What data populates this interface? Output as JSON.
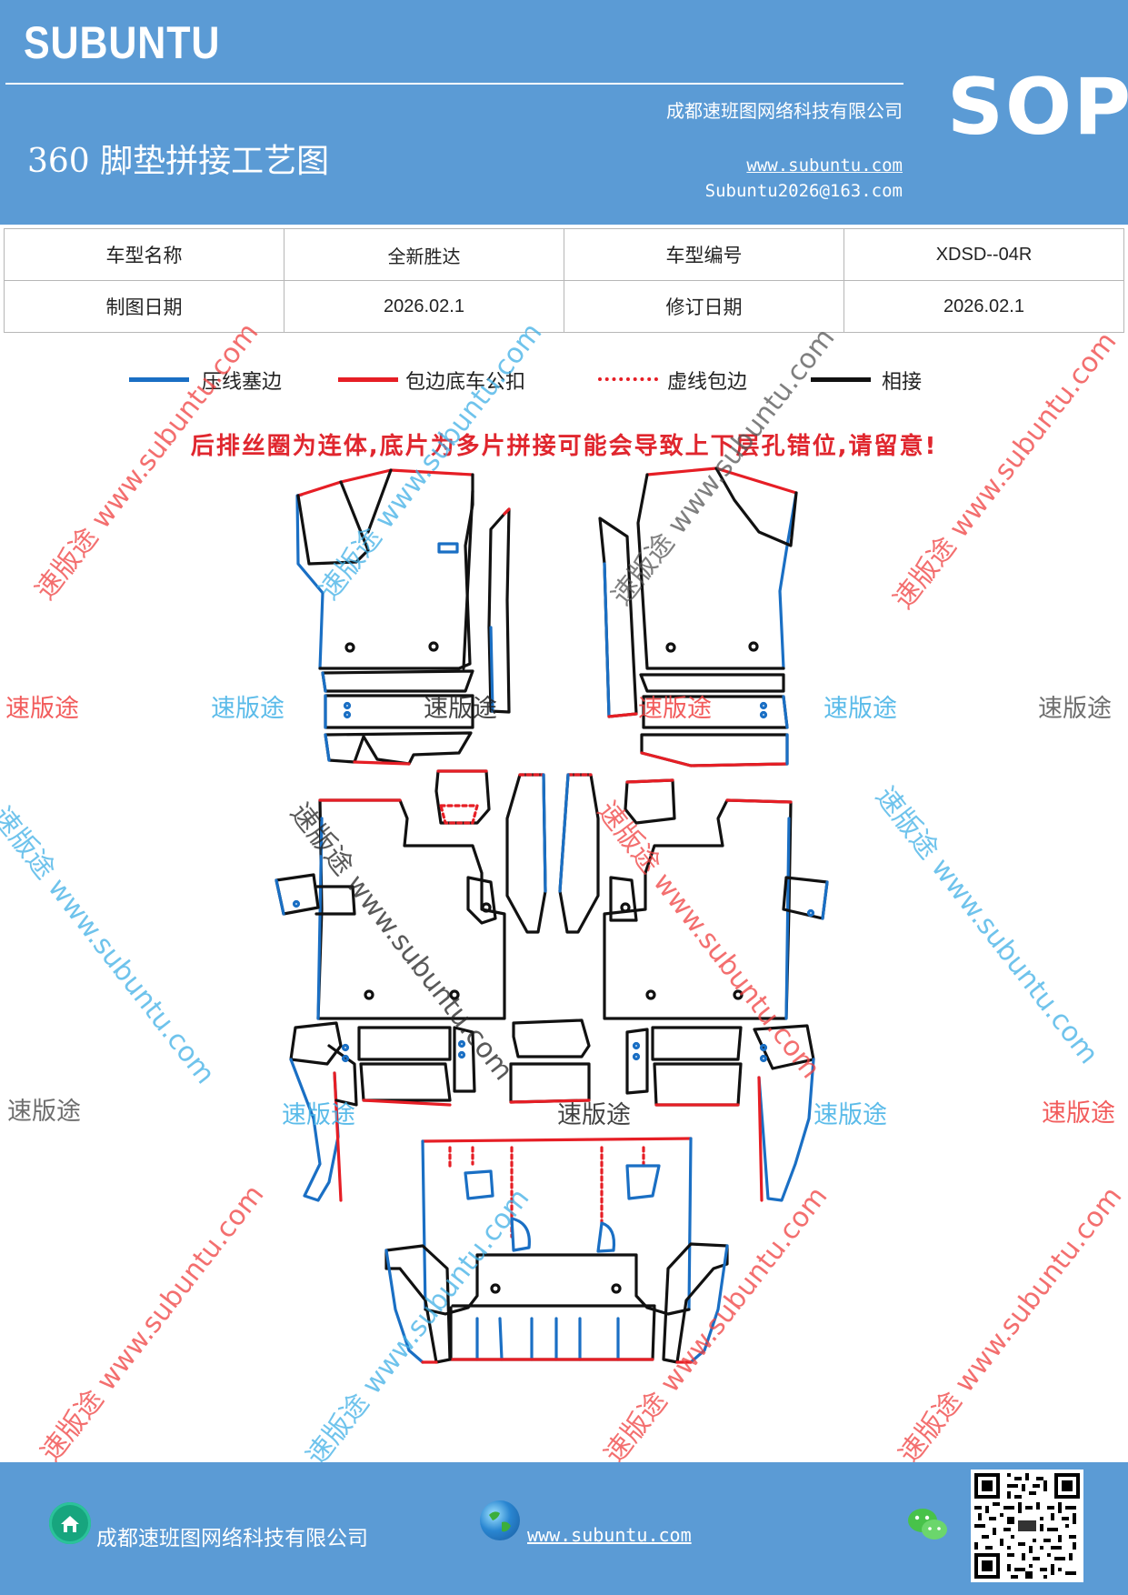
{
  "header": {
    "brand": "SUBUNTU",
    "sop": "SOP",
    "title": "360 脚垫拼接工艺图",
    "company": "成都速班图网络科技有限公司",
    "website": "www.subuntu.com",
    "email": "Subuntu2026@163.com"
  },
  "info_table": {
    "model_name_label": "车型名称",
    "model_name_value": "全新胜达",
    "model_code_label": "车型编号",
    "model_code_value": "XDSD--04R",
    "draw_date_label": "制图日期",
    "draw_date_value": "2026.02.1",
    "revise_date_label": "修订日期",
    "revise_date_value": "2026.02.1"
  },
  "legend": [
    {
      "label": "压线塞边",
      "color": "#1a6fc4",
      "style": "solid"
    },
    {
      "label": "包边底车公扣",
      "color": "#e61e25",
      "style": "solid"
    },
    {
      "label": "虚线包边",
      "color": "#e61e25",
      "style": "dashed"
    },
    {
      "label": "相接",
      "color": "#111111",
      "style": "solid"
    }
  ],
  "warning": "后排丝圈为连体,底片为多片拼接可能会导致上下层孔错位,请留意!",
  "watermark": {
    "brand": "速版途",
    "diagonal": "速版途 www.subuntu.com"
  },
  "colors": {
    "header_bg": "#5b9bd5",
    "press_line": "#1a6fc4",
    "edge_red": "#e61e25",
    "joint": "#111111"
  },
  "footer": {
    "company": "成都速班图网络科技有限公司",
    "website": "www.subuntu.com",
    "icons": [
      "home-icon",
      "globe-icon",
      "wechat-icon",
      "qr-code"
    ]
  }
}
